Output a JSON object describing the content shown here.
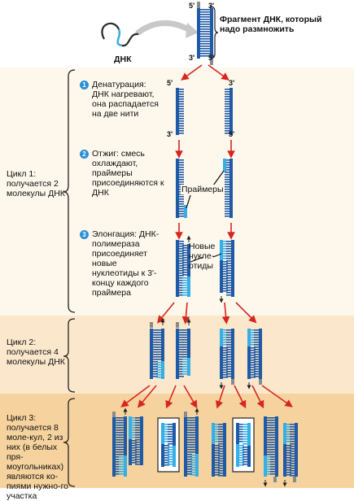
{
  "header": {
    "dna_label": "ДНК",
    "fragment_label": "Фрагмент ДНК, который надо размножить",
    "end5": "5'",
    "end3": "3'"
  },
  "cycle1": {
    "label": "Цикл 1: получается 2 молекулы ДНК",
    "steps": [
      {
        "num": "1",
        "text": "Денатурация: ДНК нагревают, она распадается на две нити"
      },
      {
        "num": "2",
        "text": "Отжиг: смесь охлаждают, праймеры присоединяются к ДНК"
      },
      {
        "num": "3",
        "text": "Элонгация: ДНК-полимераза присоединяет новые нуклеотиды к 3'-концу каждого праймера"
      }
    ],
    "primers_label": "Праймеры",
    "nucleotides_label": "Новые нукле-отиды"
  },
  "cycle2": {
    "label": "Цикл 2: получается 4 молекулы ДНК"
  },
  "cycle3": {
    "label": "Цикл 3: получается 8 моле-кул, 2 из них (в белых пря-моугольниках) являются ко-пиями нужно-го участка"
  },
  "colors": {
    "dark_strand": "#1f5aa6",
    "light_strand": "#36aee6",
    "gray_strand": "#8a8a8a",
    "arrow": "#d7261e",
    "band1": "#fdf6ea",
    "band2": "#fbe8cc",
    "band3": "#f7d7a6"
  }
}
